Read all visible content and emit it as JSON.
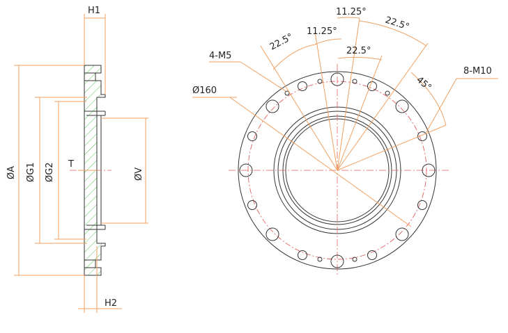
{
  "side_view": {
    "labels": {
      "h1": "H1",
      "h2": "H2",
      "a": "ØA",
      "g1": "ØG1",
      "g2": "ØG2",
      "t": "T",
      "v": "ØV"
    }
  },
  "front_view": {
    "labels": {
      "pcd": "Ø160",
      "m5": "4-M5",
      "m10": "8-M10",
      "ang_22_5_left": "22.5°",
      "ang_11_25_left": "11.25°",
      "ang_11_25_top": "11.25°",
      "ang_22_5_top": "22.5°",
      "ang_22_5_mid": "22.5°",
      "ang_45": "45°"
    }
  }
}
